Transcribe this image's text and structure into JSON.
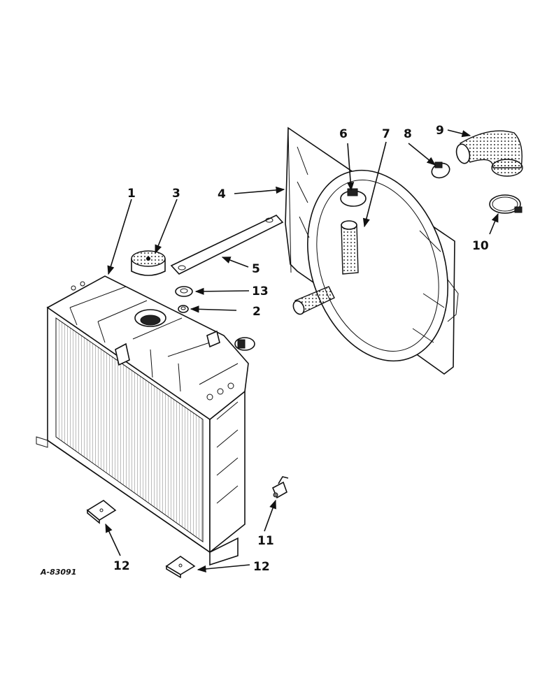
{
  "figure_ref": "A-83091",
  "callouts": [
    {
      "id": "1",
      "label": "1"
    },
    {
      "id": "2",
      "label": "2"
    },
    {
      "id": "3",
      "label": "3"
    },
    {
      "id": "4",
      "label": "4"
    },
    {
      "id": "5",
      "label": "5"
    },
    {
      "id": "6",
      "label": "6"
    },
    {
      "id": "7",
      "label": "7"
    },
    {
      "id": "8",
      "label": "8"
    },
    {
      "id": "9",
      "label": "9"
    },
    {
      "id": "10",
      "label": "10"
    },
    {
      "id": "11",
      "label": "11"
    },
    {
      "id": "12a",
      "label": "12"
    },
    {
      "id": "12b",
      "label": "12"
    },
    {
      "id": "13",
      "label": "13"
    }
  ]
}
